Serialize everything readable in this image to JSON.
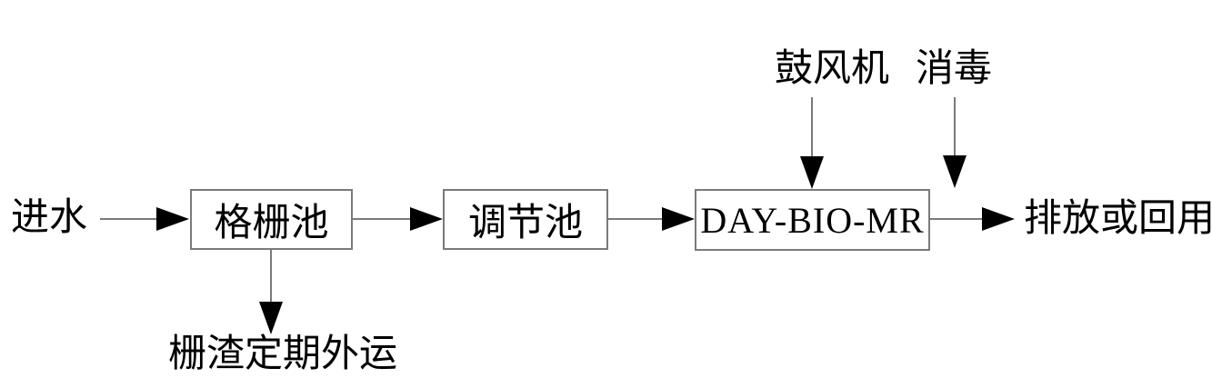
{
  "diagram": {
    "title": "wastewater-treatment-process-flow",
    "colors": {
      "background": "#ffffff",
      "line": "#7a7a7a",
      "arrow": "#000000",
      "text": "#000000"
    },
    "labels": {
      "inlet": "进水",
      "blower": "鼓风机",
      "disinfection": "消毒",
      "outlet": "排放或回用",
      "residue": "栅渣定期外运"
    },
    "boxes": {
      "screen_tank": "格栅池",
      "regulation_tank": "调节池",
      "bioreactor": "DAY-BIO-MR"
    },
    "flow": [
      "进水 → 格栅池 → 调节池 → DAY-BIO-MR → 排放或回用",
      "格栅池 → 栅渣定期外运",
      "鼓风机 → DAY-BIO-MR",
      "消毒 → 出水管"
    ]
  }
}
